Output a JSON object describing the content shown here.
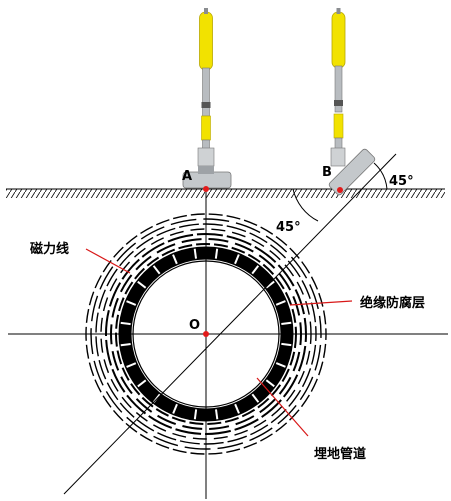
{
  "points": {
    "a": "A",
    "b": "B",
    "o": "O"
  },
  "angles": {
    "top": "45°",
    "inner": "45°"
  },
  "labels": {
    "magnetic_lines": "磁力线",
    "coating": "绝缘防腐层",
    "pipe": "埋地管道"
  },
  "colors": {
    "handle": "#f2e200",
    "rod": "#b8bcc0",
    "dot": "#e21a1a",
    "leader": "#d81818",
    "ink": "#000000"
  }
}
